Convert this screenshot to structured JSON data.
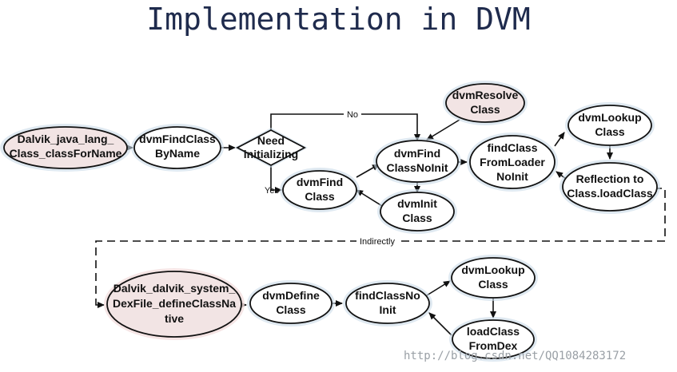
{
  "title": "Implementation in DVM",
  "nodes": {
    "forname": [
      "Dalvik_java_lang_",
      "Class_classForName"
    ],
    "findbyname": [
      "dvmFindClass",
      "ByName"
    ],
    "needinit": [
      "Need",
      "initializing"
    ],
    "findclass": [
      "dvmFind",
      "Class"
    ],
    "resolve": [
      "dvmResolve",
      "Class"
    ],
    "findnoinit": [
      "dvmFind",
      "ClassNoInit"
    ],
    "initclass": [
      "dvmInit",
      "Class"
    ],
    "fromloader": [
      "findClass",
      "FromLoader",
      "NoInit"
    ],
    "lookup1": [
      "dvmLookup",
      "Class"
    ],
    "reflection": [
      "Reflection to",
      "Class.loadClass"
    ],
    "definenative": [
      "Dalvik_dalvik_system_",
      "DexFile_defineClassNa",
      "tive"
    ],
    "define": [
      "dvmDefine",
      "Class"
    ],
    "findnoinit2": [
      "findClassNo",
      "Init"
    ],
    "lookup2": [
      "dvmLookup",
      "Class"
    ],
    "fromdex": [
      "loadClass",
      "FromDex"
    ]
  },
  "edge_labels": {
    "no": "No",
    "yes": "Yes",
    "indirectly": "Indirectly"
  },
  "watermark": "http://blog.csdn.net/QQ1084283172",
  "colors": {
    "ellipse_fill": "#ffffff",
    "highlight_fill": "#f2e4e4",
    "highlight_stroke": "#e9b9b9",
    "glow": "#c9dbe8"
  }
}
